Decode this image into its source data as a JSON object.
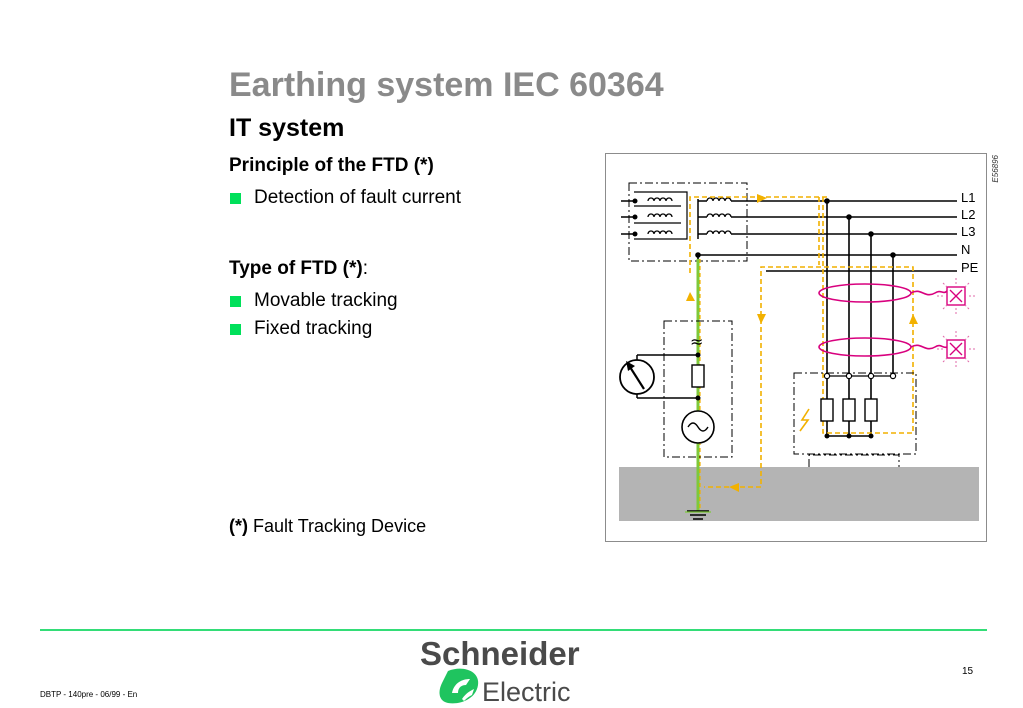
{
  "slide": {
    "title": "Earthing system IEC 60364",
    "subtitle": "IT system",
    "section1": {
      "heading": "Principle of the FTD (*)",
      "bullets": [
        "Detection of fault current"
      ]
    },
    "section2": {
      "heading": "Type of FTD (*)",
      "heading_suffix": ":",
      "bullets": [
        "Movable tracking",
        "Fixed tracking"
      ]
    },
    "footnote": {
      "marker": "(*)",
      "text": "Fault Tracking Device"
    }
  },
  "diagram": {
    "reference_code": "E56896",
    "line_labels": [
      "L1",
      "L2",
      "L3",
      "N",
      "PE"
    ],
    "colors": {
      "conductor": "#000000",
      "fault_path": "#f2b100",
      "earth_conductor": "#7ec93a",
      "clamp": "#d8007e",
      "ground": "#b4b4b4"
    },
    "icons": [
      "transformer-coil-icon",
      "meter-icon",
      "generator-icon",
      "earth-symbol-icon",
      "fault-spark-icon",
      "lamp-icon"
    ]
  },
  "branding": {
    "logo_line1": "Schneider",
    "logo_line2": "Electric",
    "accent_color": "#33dd77",
    "logo_color": "#4a4a4a"
  },
  "footer": {
    "doc_ref": "DBTP - 140pre - 06/99 - En",
    "page_number": "15"
  }
}
